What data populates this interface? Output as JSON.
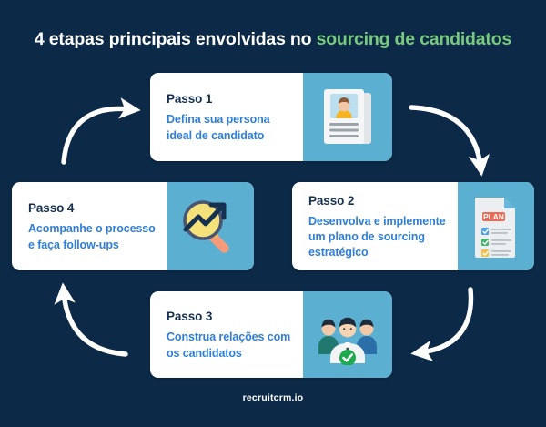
{
  "title": {
    "lead": "4 etapas principais envolvidas no ",
    "accent": "sourcing de candidatos"
  },
  "steps": [
    {
      "id": "step-1",
      "label": "Passo 1",
      "description": "Defina sua persona ideal de candidato",
      "icon": "resume-document-icon"
    },
    {
      "id": "step-2",
      "label": "Passo 2",
      "description": "Desenvolva e implemente um plano de sourcing estratégico",
      "icon": "plan-checklist-document-icon",
      "icon_badge_text": "PLAN"
    },
    {
      "id": "step-3",
      "label": "Passo 3",
      "description": "Construa relações com os candidatos",
      "icon": "people-group-check-icon"
    },
    {
      "id": "step-4",
      "label": "Passo 4",
      "description": "Acompanhe o processo e faça follow-ups",
      "icon": "magnifier-growth-chart-icon"
    }
  ],
  "arrows": [
    {
      "name": "arrow-step4-to-step1",
      "direction": "curve-up-right"
    },
    {
      "name": "arrow-step1-to-step2",
      "direction": "curve-down-right"
    },
    {
      "name": "arrow-step2-to-step3",
      "direction": "curve-down-left"
    },
    {
      "name": "arrow-step3-to-step4",
      "direction": "curve-up-left"
    }
  ],
  "footer": {
    "brand": "recruitcrm.io"
  },
  "colors": {
    "background": "#0c2a47",
    "card_background": "#ffffff",
    "icon_panel": "#5bafd0",
    "title_text": "#ffffff",
    "title_accent": "#79c97e",
    "step_label": "#16314f",
    "step_description": "#2f7fd4",
    "arrow": "#ffffff",
    "check_green": "#1fa94f",
    "plan_badge": "#ec6b52",
    "accent_yellow": "#f5e17a",
    "accent_orange": "#f59b7c"
  }
}
